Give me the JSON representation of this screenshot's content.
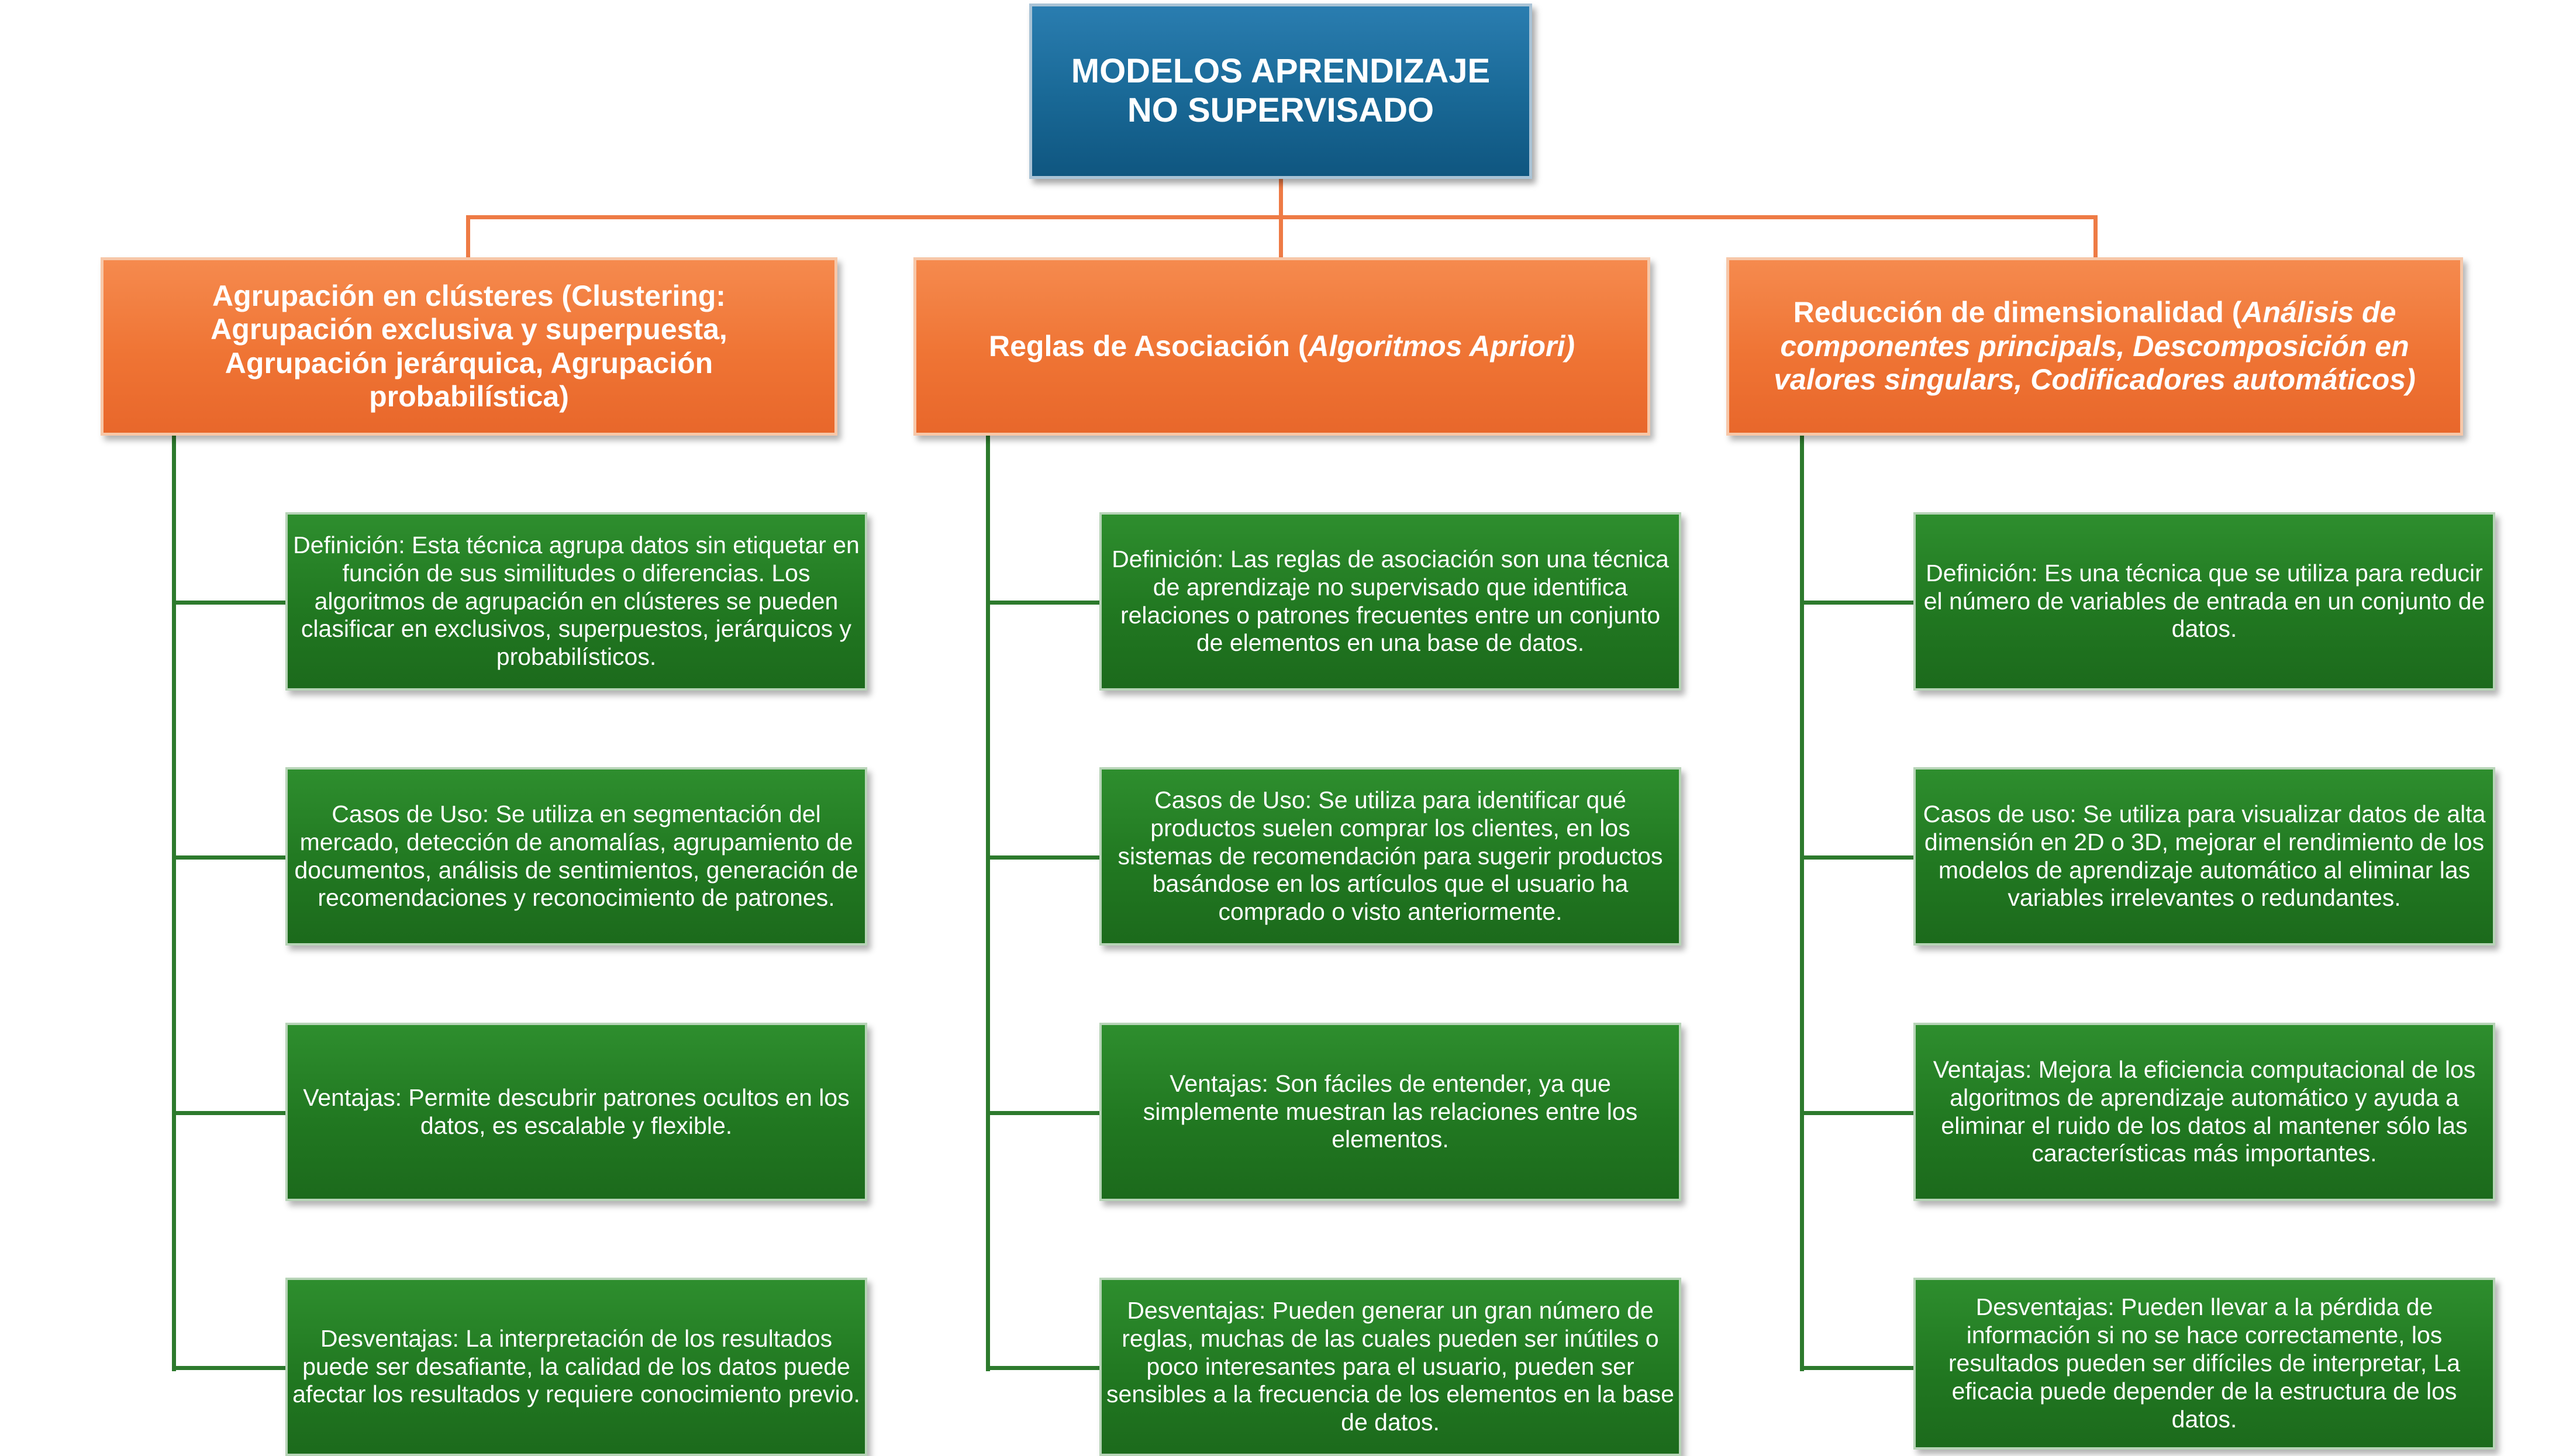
{
  "root": {
    "title": "MODELOS APRENDIZAJE NO SUPERVISADO"
  },
  "categories": [
    {
      "title": "Agrupación en clústeres (Clustering: Agrupación exclusiva y superpuesta, Agrupación jerárquica, Agrupación probabilística)",
      "items": [
        {
          "text": "Definición: Esta técnica agrupa datos sin etiquetar en función de sus similitudes o diferencias. Los algoritmos de agrupación en clústeres se pueden clasificar en exclusivos, superpuestos, jerárquicos y probabilísticos."
        },
        {
          "text": "Casos de Uso: Se utiliza en segmentación del mercado, detección de anomalías, agrupamiento de documentos, análisis de sentimientos, generación de recomendaciones y reconocimiento de patrones."
        },
        {
          "text": "Ventajas: Permite descubrir patrones ocultos en los datos, es escalable y flexible."
        },
        {
          "text": "Desventajas: La interpretación de los resultados puede ser desafiante, la calidad de los datos puede afectar los resultados y requiere conocimiento previo."
        }
      ]
    },
    {
      "title_main": "Reglas de Asociación (",
      "title_italic": "Algoritmos Apriori)",
      "items": [
        {
          "text": "Definición: Las reglas de asociación son una técnica de aprendizaje no supervisado que identifica relaciones o patrones frecuentes entre un conjunto de elementos en una base de datos."
        },
        {
          "text": "Casos de Uso: Se utiliza para identificar qué productos suelen comprar los clientes, en los sistemas de recomendación para sugerir productos basándose en los artículos que el usuario ha comprado o visto anteriormente."
        },
        {
          "text": "Ventajas: Son fáciles de entender, ya que simplemente muestran las relaciones entre los elementos."
        },
        {
          "text": "Desventajas: Pueden generar un gran número de reglas, muchas de las cuales pueden ser inútiles o poco interesantes para el usuario, pueden ser sensibles a la frecuencia de los elementos en la base de datos."
        }
      ]
    },
    {
      "title_main": "Reducción de dimensionalidad (",
      "title_italic": "Análisis de componentes principals, Descomposición en valores singulars, Codificadores automáticos)",
      "items": [
        {
          "text": "Definición: Es una técnica que se utiliza para reducir el número de variables de entrada en un conjunto de datos."
        },
        {
          "text": "Casos de uso: Se utiliza para  visualizar datos de alta dimensión en 2D o 3D, mejorar el rendimiento de los modelos de aprendizaje automático al eliminar las variables irrelevantes o redundantes."
        },
        {
          "text": "Ventajas: Mejora la eficiencia computacional de los algoritmos de aprendizaje automático y ayuda a eliminar el ruido de los datos al mantener sólo las características más importantes."
        },
        {
          "text": "Desventajas: Pueden llevar a la pérdida de información si no se hace correctamente, los resultados pueden ser difíciles de interpretar, La eficacia puede depender de la estructura de los datos."
        }
      ]
    }
  ],
  "colors": {
    "root": "#1a6a98",
    "category": "#ef7434",
    "card": "#217821",
    "connector_orange": "#ee7b45",
    "connector_green": "#2d7a2d"
  }
}
